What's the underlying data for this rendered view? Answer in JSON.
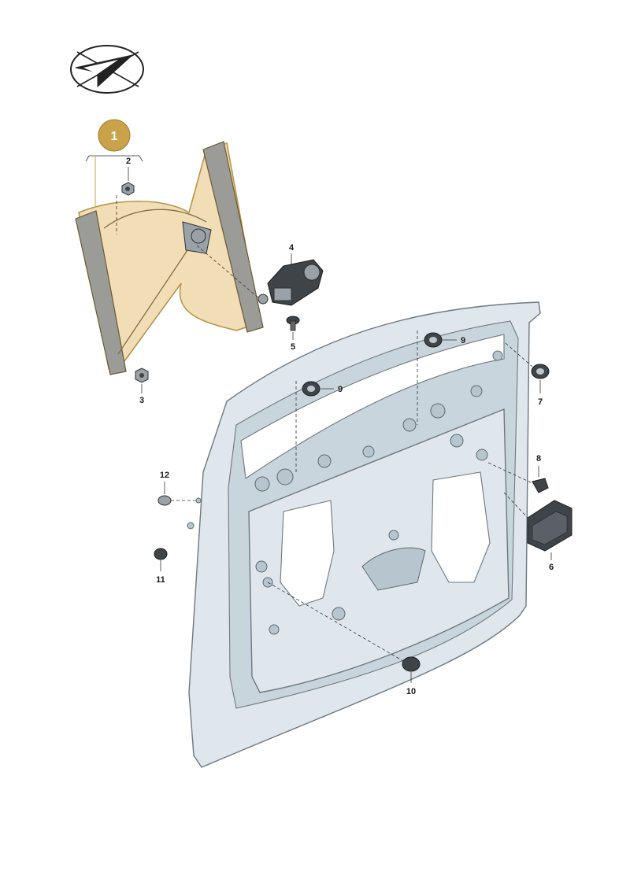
{
  "assembly_badge": {
    "label": "1",
    "color": "#c9a24a"
  },
  "callouts": {
    "c2": "2",
    "c3": "3",
    "c4": "4",
    "c5": "5",
    "c6": "6",
    "c7": "7",
    "c8": "8",
    "c9a": "9",
    "c9b": "9",
    "c10": "10",
    "c11": "11",
    "c12": "12"
  },
  "logo": {
    "icon": "paper-plane-direction-icon"
  },
  "colors": {
    "door_panel": "#dfe7ec",
    "regulator_highlight": "#f1ddb6",
    "badge": "#c9a24a"
  }
}
